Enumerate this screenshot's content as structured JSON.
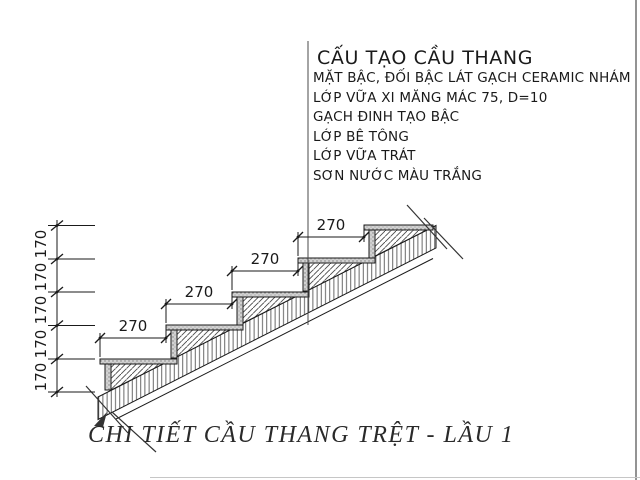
{
  "drawing": {
    "title": "CẤU TẠO CẦU THANG",
    "notes": [
      "MẶT BẬC, ĐỐI BẬC LÁT GẠCH CERAMIC NHÁM",
      "LỚP VỮA XI MĂNG MÁC 75, D=10",
      "GẠCH ĐINH TẠO BẬC",
      "LỚP BÊ TÔNG",
      "LỚP VỮA TRÁT",
      "SƠN NƯỚC MÀU TRẮNG"
    ],
    "tread_dims": [
      "270",
      "270",
      "270",
      "270"
    ],
    "riser_dims": [
      "170",
      "170",
      "170",
      "170",
      "170"
    ],
    "caption": "CHI TIẾT CẦU THANG TRỆT - LẦU 1",
    "colors": {
      "line": "#1a1a1a",
      "hatch": "#4a4a4a",
      "stipple": "#d2d2d2",
      "border": "#939393"
    }
  }
}
